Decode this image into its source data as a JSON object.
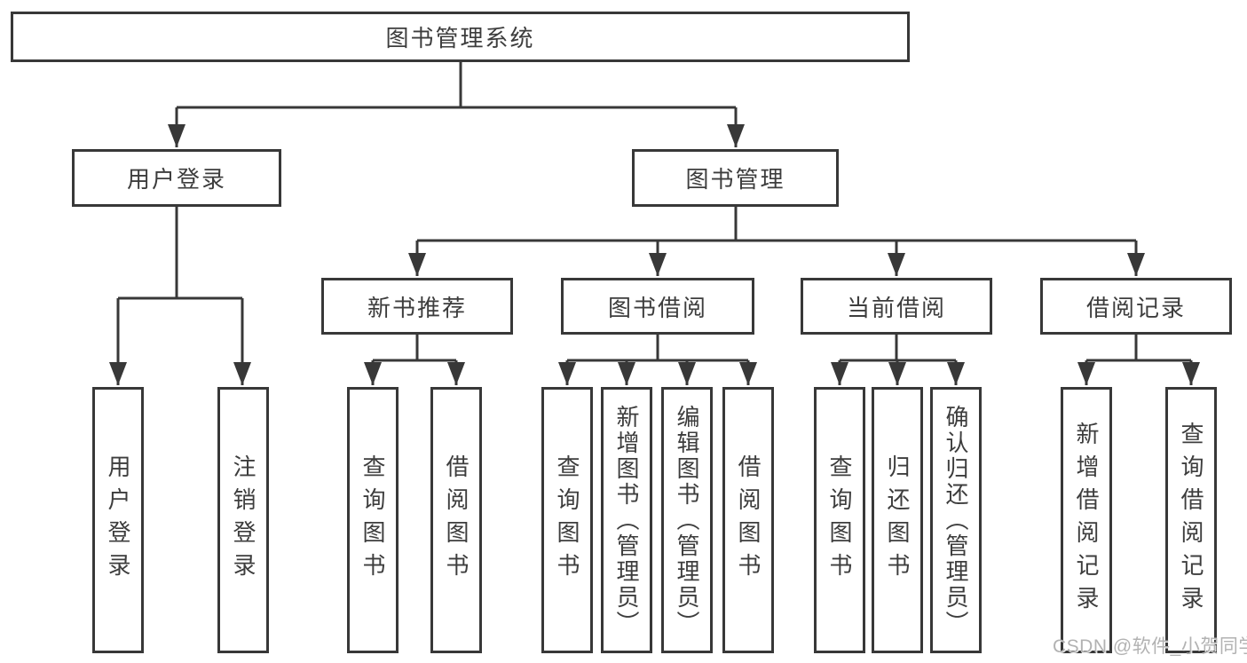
{
  "diagram": {
    "title": "图书管理系统",
    "tree": {
      "label": "图书管理系统",
      "children": [
        {
          "label": "用户登录",
          "children": [
            {
              "label": "用户登录"
            },
            {
              "label": "注销登录"
            }
          ]
        },
        {
          "label": "图书管理",
          "children": [
            {
              "label": "新书推荐",
              "children": [
                {
                  "label": "查询图书"
                },
                {
                  "label": "借阅图书"
                }
              ]
            },
            {
              "label": "图书借阅",
              "children": [
                {
                  "label": "查询图书"
                },
                {
                  "label": "新增图书（管理员）"
                },
                {
                  "label": "编辑图书（管理员）"
                },
                {
                  "label": "借阅图书"
                }
              ]
            },
            {
              "label": "当前借阅",
              "children": [
                {
                  "label": "查询图书"
                },
                {
                  "label": "归还图书"
                },
                {
                  "label": "确认归还（管理员）"
                }
              ]
            },
            {
              "label": "借阅记录",
              "children": [
                {
                  "label": "新增借阅记录"
                },
                {
                  "label": "查询借阅记录"
                }
              ]
            }
          ]
        }
      ]
    },
    "colors": {
      "line": "#383838",
      "text": "#3d3d3d",
      "background": "#ffffff",
      "watermark": "#b2b2b2"
    }
  },
  "watermark": {
    "text": "CSDN @软件_小贺同学"
  }
}
